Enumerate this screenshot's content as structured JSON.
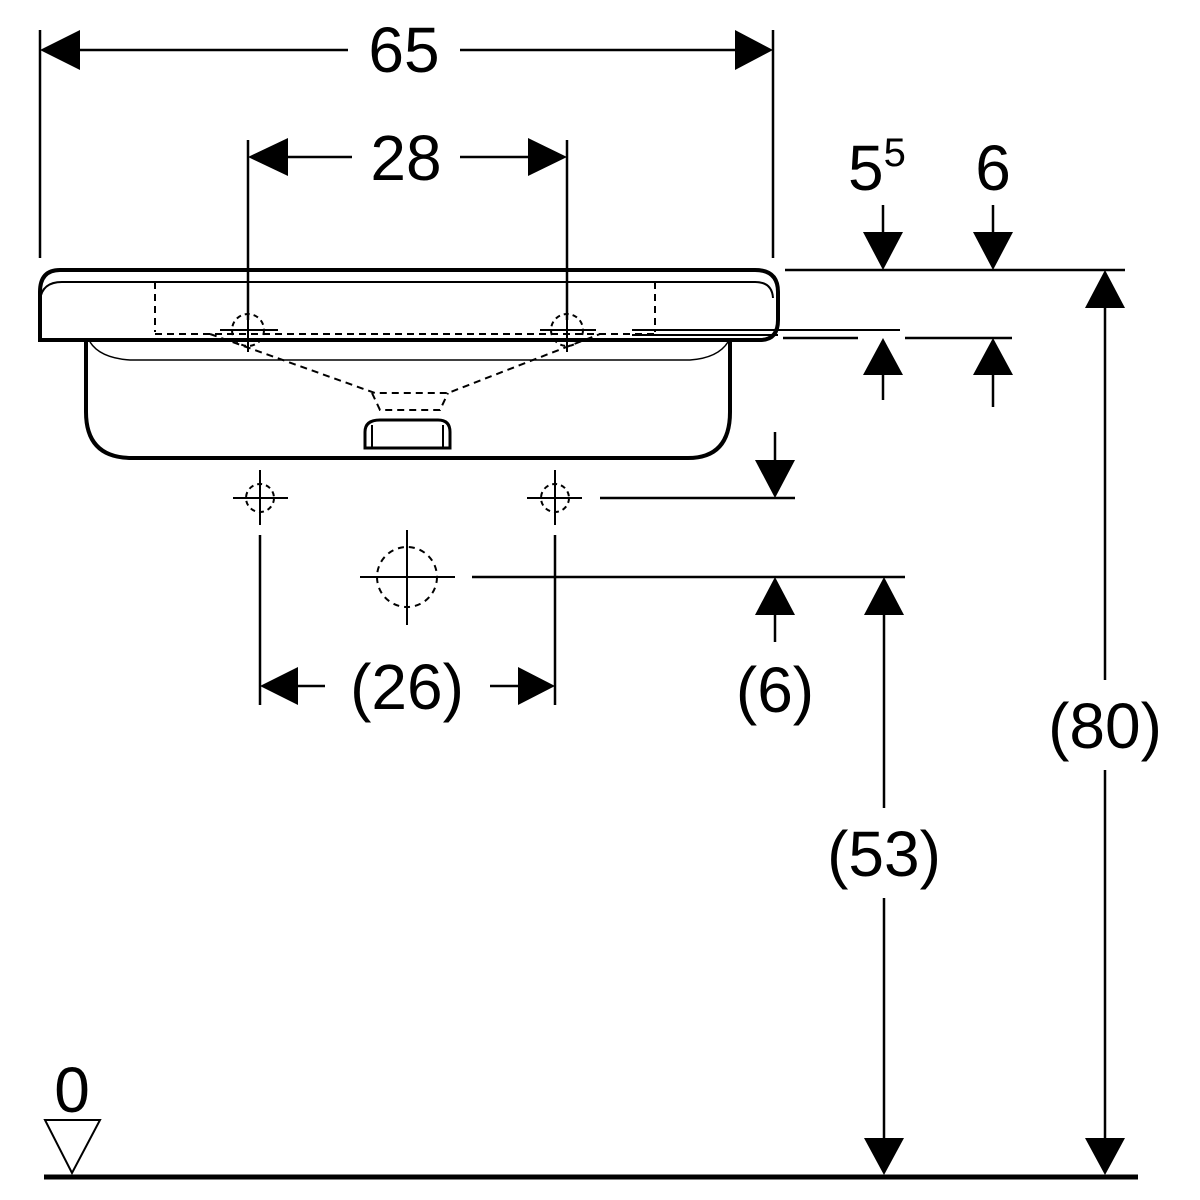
{
  "dimensions": {
    "overall_width": "65",
    "tap_hole_spacing": "28",
    "rim_depth_a_base": "5",
    "rim_depth_a_sup": "5",
    "rim_depth_b": "6",
    "waste_spacing": "(26)",
    "waste_offset": "(6)",
    "waste_height": "(53)",
    "total_height": "(80)",
    "floor_level": "0"
  },
  "colors": {
    "line": "#000000",
    "background": "#ffffff"
  }
}
